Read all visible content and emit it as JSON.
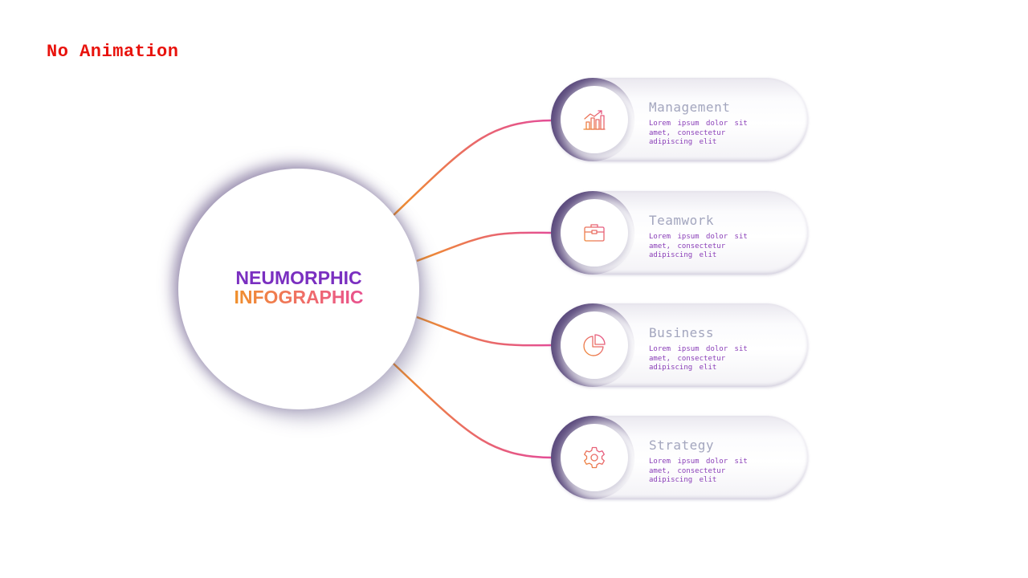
{
  "banner": {
    "label": "No Animation"
  },
  "hub": {
    "line1": "NEUMORPHIC",
    "line2": "INFOGRAPHIC"
  },
  "items": [
    {
      "title": "Management",
      "description": "Lorem ipsum dolor sit amet, consectetur adipiscing elit",
      "icon": "bar-chart-growth-icon"
    },
    {
      "title": "Teamwork",
      "description": "Lorem ipsum dolor sit amet, consectetur adipiscing elit",
      "icon": "briefcase-icon"
    },
    {
      "title": "Business",
      "description": "Lorem ipsum dolor sit amet, consectetur adipiscing elit",
      "icon": "pie-chart-icon"
    },
    {
      "title": "Strategy",
      "description": "Lorem ipsum dolor sit amet, consectetur adipiscing elit",
      "icon": "gear-icon"
    }
  ],
  "colors": {
    "banner": "#e8120c",
    "hub_line1": "#7a2fc0",
    "gradient_start": "#f0902c",
    "gradient_end": "#e8508f",
    "title": "#a3a6be",
    "description": "#8a3fb8"
  }
}
